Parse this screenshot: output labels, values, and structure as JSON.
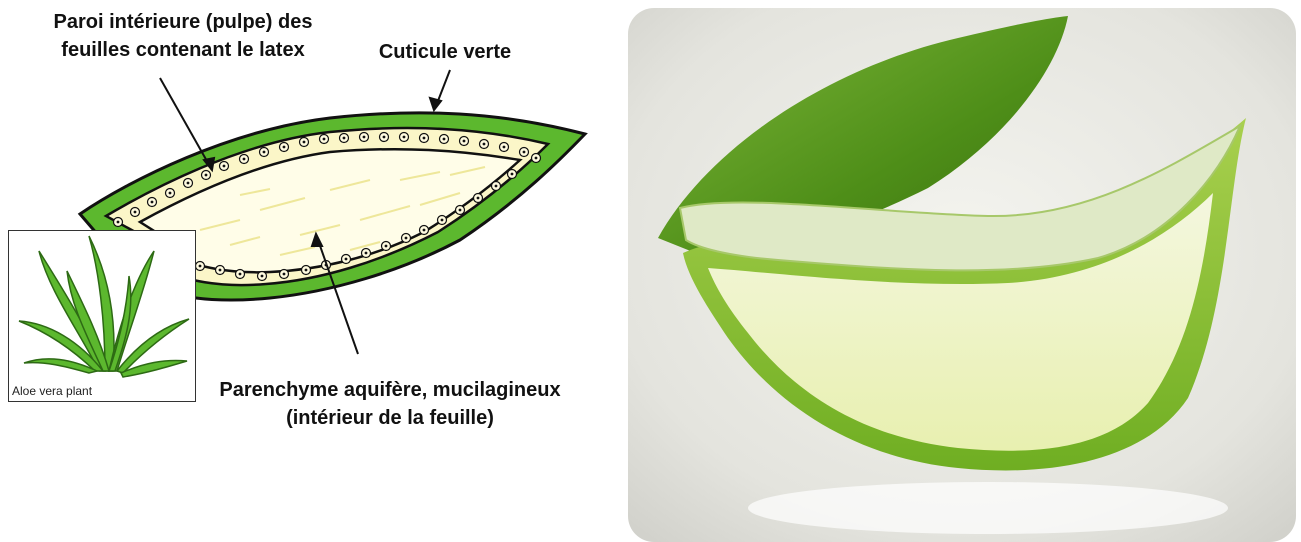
{
  "diagram": {
    "labels": {
      "pulp": "Paroi intérieure (pulpe) des feuilles contenant le latex",
      "cuticle": "Cuticule verte",
      "parenchyma": "Parenchyme aquifère, mucilagineux (intérieur de la feuille)"
    },
    "inset": {
      "caption": "Aloe vera plant"
    }
  },
  "colors": {
    "cuticle_green": "#5cb82e",
    "pulp_cream": "#fbf6c8",
    "parenchyma_fill": "#fffde8",
    "outline": "#111111"
  },
  "photo": {
    "subject": "aloe-vera-leaf-slice-photo"
  }
}
